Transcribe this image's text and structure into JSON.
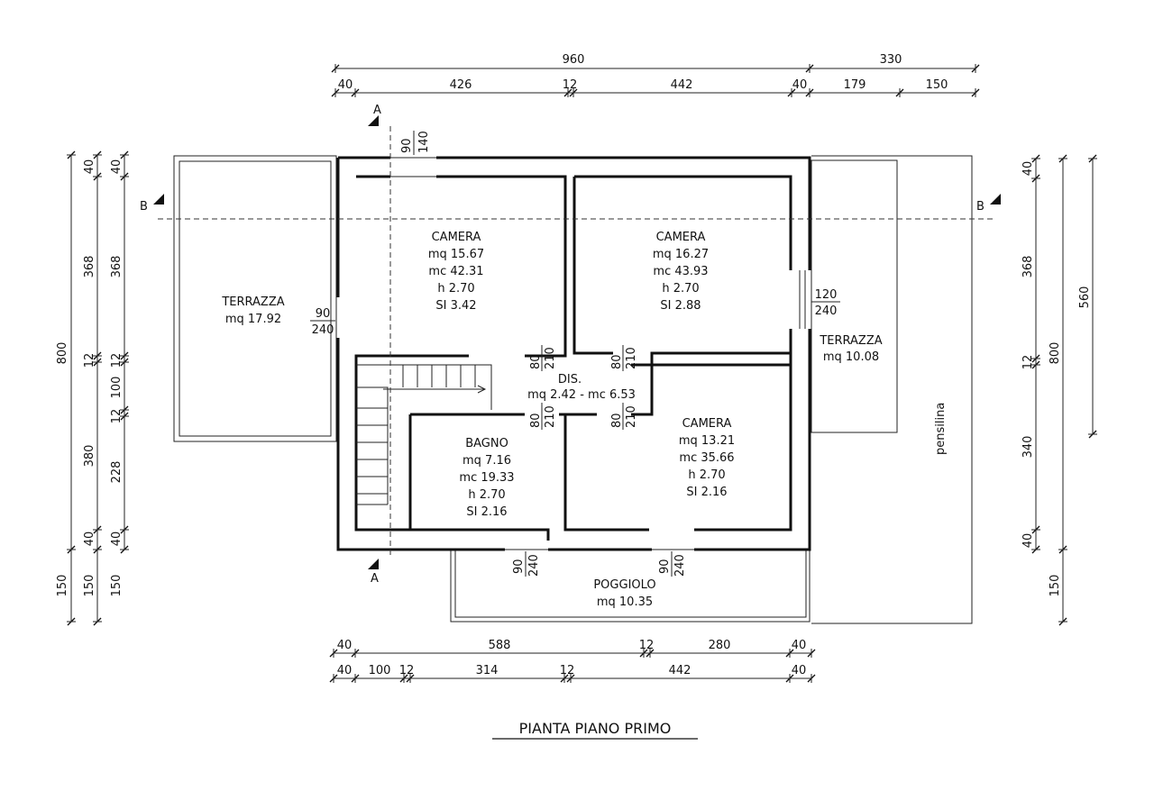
{
  "title": "PIANTA PIANO PRIMO",
  "rooms": {
    "camera1": [
      "CAMERA",
      "mq 15.67",
      "mc 42.31",
      "h 2.70",
      "SI 3.42"
    ],
    "camera2": [
      "CAMERA",
      "mq 16.27",
      "mc 43.93",
      "h 2.70",
      "SI 2.88"
    ],
    "camera3": [
      "CAMERA",
      "mq 13.21",
      "mc 35.66",
      "h 2.70",
      "SI 2.16"
    ],
    "bagno": [
      "BAGNO",
      "mq 7.16",
      "mc 19.33",
      "h 2.70",
      "SI 2.16"
    ],
    "dis": [
      "DIS.",
      "mq 2.42 - mc 6.53"
    ],
    "terrazza_left": [
      "TERRAZZA",
      "mq 17.92"
    ],
    "terrazza_right": [
      "TERRAZZA",
      "mq 10.08"
    ],
    "poggiolo": [
      "POGGIOLO",
      "mq 10.35"
    ],
    "pensilina": "pensilina"
  },
  "section_marks": {
    "a": "A",
    "b": "B"
  },
  "dims": {
    "top1": [
      "960",
      "330"
    ],
    "top2": [
      "40",
      "426",
      "12",
      "442",
      "40",
      "179",
      "150"
    ],
    "bottom1": [
      "40",
      "588",
      "12",
      "280",
      "40"
    ],
    "bottom2": [
      "40",
      "100",
      "12",
      "314",
      "12",
      "442",
      "40"
    ],
    "left_outer": [
      "800",
      "150"
    ],
    "left_mid": [
      "40",
      "368",
      "12",
      "380",
      "40",
      "150"
    ],
    "left_inner": [
      "40",
      "368",
      "12",
      "100",
      "12",
      "228",
      "40",
      "150"
    ],
    "right_inner": [
      "40",
      "368",
      "12",
      "340",
      "40",
      "150"
    ],
    "right_mid": [
      "800"
    ],
    "right_outer": [
      "560"
    ]
  },
  "openings": {
    "top_window": [
      "90",
      "140"
    ],
    "left_window": [
      "90",
      "240"
    ],
    "right_window": [
      "120",
      "240"
    ],
    "door_a": [
      "80",
      "210"
    ],
    "door_b": [
      "80",
      "210"
    ],
    "door_c": [
      "80",
      "210"
    ],
    "door_d": [
      "80",
      "210"
    ],
    "bottom_left": [
      "90",
      "240"
    ],
    "bottom_right": [
      "90",
      "240"
    ]
  }
}
